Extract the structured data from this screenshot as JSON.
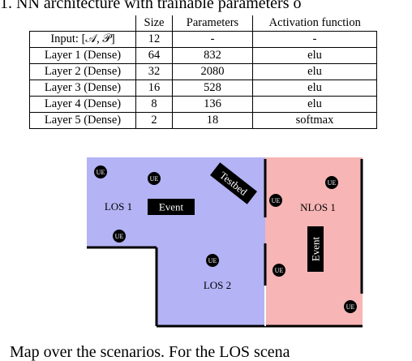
{
  "caption_top": "1. NN architecture with trainable parameters o",
  "table": {
    "headers": [
      "",
      "Size",
      "Parameters",
      "Activation function"
    ],
    "rows": [
      [
        "Input: [𝒜, 𝒫]",
        "12",
        "-",
        "-"
      ],
      [
        "Layer 1 (Dense)",
        "64",
        "832",
        "elu"
      ],
      [
        "Layer 2 (Dense)",
        "32",
        "2080",
        "elu"
      ],
      [
        "Layer 3 (Dense)",
        "16",
        "528",
        "elu"
      ],
      [
        "Layer 4 (Dense)",
        "8",
        "136",
        "elu"
      ],
      [
        "Layer 5 (Dense)",
        "2",
        "18",
        "softmax"
      ]
    ]
  },
  "map": {
    "regions": {
      "los1": "LOS 1",
      "los2": "LOS 2",
      "nlos1": "NLOS 1"
    },
    "event_label": "Event",
    "testbed_label": "Testbed",
    "ue_label": "UE",
    "colors": {
      "los": "#b3b3f5",
      "nlos": "#f7b5b5",
      "label_bg": "#000000"
    }
  },
  "caption_bottom": "Map over the scenarios. For the LOS scena"
}
